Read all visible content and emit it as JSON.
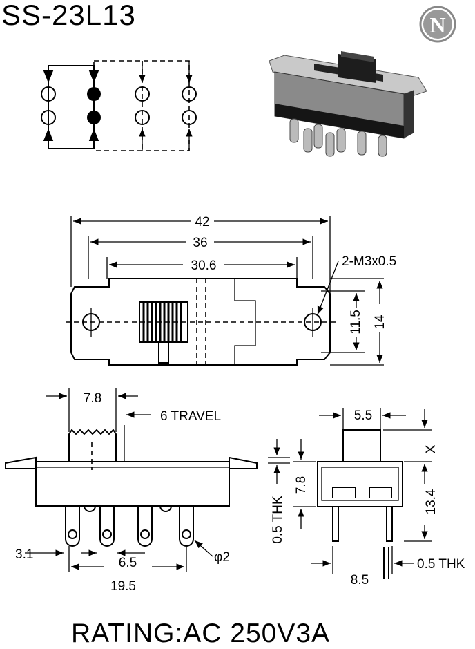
{
  "title": "SS-23L13",
  "logo_letter": "N",
  "rating": "RATING:AC 250V3A",
  "top_view_dims": {
    "overall": "42",
    "mount_span": "36",
    "body": "30.6",
    "holes": "2-M3x0.5",
    "height_inner": "11.5",
    "height_outer": "14"
  },
  "front_view_dims": {
    "actuator": "7.8",
    "travel": "6 TRAVEL",
    "pin_left": "3.1",
    "pitch": "6.5",
    "span": "19.5",
    "hole": "φ2"
  },
  "side_view_dims": {
    "actuator": "5.5",
    "x": "X",
    "height": "7.8",
    "pin": "13.4",
    "thk_left": "0.5 THK",
    "thk_right": "0.5 THK",
    "pin_span": "8.5"
  }
}
